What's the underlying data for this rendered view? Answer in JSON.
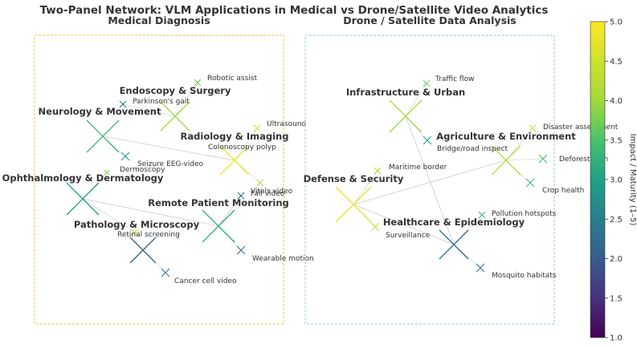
{
  "chart_data": {
    "type": "network",
    "title": "Two-Panel Network: VLM Applications in Medical vs Drone/Satellite Video Analytics",
    "colorbar": {
      "label": "Impact / Maturity (1–5)",
      "range": [
        1,
        5
      ],
      "ticks": [
        "1.0",
        "1.5",
        "2.0",
        "2.5",
        "3.0",
        "3.5",
        "4.0",
        "4.5",
        "5.0"
      ]
    },
    "panels": [
      {
        "title": "Medical Diagnosis",
        "border_color": "#f5c242",
        "hubs": [
          {
            "label": "Endoscopy & Surgery",
            "value": 4.0
          },
          {
            "label": "Neurology & Movement",
            "value": 3.3
          },
          {
            "label": "Radiology & Imaging",
            "value": 4.9
          },
          {
            "label": "Ophthalmology & Dermatology",
            "value": 3.0
          },
          {
            "label": "Remote Patient Monitoring",
            "value": 3.1
          },
          {
            "label": "Pathology & Microscopy",
            "value": 2.1
          }
        ],
        "leaves": [
          {
            "label": "Robotic assist",
            "hub": 0,
            "value": 3.7
          },
          {
            "label": "Parkinson's gait",
            "hub": 0,
            "value": 2.3
          },
          {
            "label": "Ultrasound",
            "hub": 2,
            "value": 4.4
          },
          {
            "label": "Colonoscopy polyp",
            "hub": 2,
            "value": 4.2
          },
          {
            "label": "Seizure EEG-video",
            "hub": 1,
            "value": 2.8
          },
          {
            "label": "Dermoscopy",
            "hub": 3,
            "value": 3.8
          },
          {
            "label": "Vitals video",
            "hub": 4,
            "value": 4.0
          },
          {
            "label": "Fall video",
            "hub": 4,
            "value": 2.3
          },
          {
            "label": "Retinal screening",
            "hub": 3,
            "value": 4.4
          },
          {
            "label": "Wearable motion",
            "hub": 4,
            "value": 2.3
          },
          {
            "label": "Cancer cell video",
            "hub": 5,
            "value": 2.2
          }
        ]
      },
      {
        "title": "Drone / Satellite Data Analysis",
        "border_color": "#8fc8ea",
        "hubs": [
          {
            "label": "Infrastructure & Urban",
            "value": 4.0
          },
          {
            "label": "Agriculture & Environment",
            "value": 4.2
          },
          {
            "label": "Defense & Security",
            "value": 4.8
          },
          {
            "label": "Healthcare & Epidemiology",
            "value": 2.3
          }
        ],
        "leaves": [
          {
            "label": "Traffic flow",
            "hub": 0,
            "value": 3.7
          },
          {
            "label": "Bridge/road inspect",
            "hub": 0,
            "value": 3.0
          },
          {
            "label": "Disaster assessment",
            "hub": 1,
            "value": 4.3
          },
          {
            "label": "Deforestation",
            "hub": 1,
            "value": 3.4
          },
          {
            "label": "Crop health",
            "hub": 1,
            "value": 3.3
          },
          {
            "label": "Maritime border",
            "hub": 2,
            "value": 4.1
          },
          {
            "label": "Surveillance",
            "hub": 2,
            "value": 4.3
          },
          {
            "label": "Pollution hotspots",
            "hub": 3,
            "value": 3.3
          },
          {
            "label": "Mosquito habitats",
            "hub": 3,
            "value": 2.2
          }
        ]
      }
    ]
  }
}
